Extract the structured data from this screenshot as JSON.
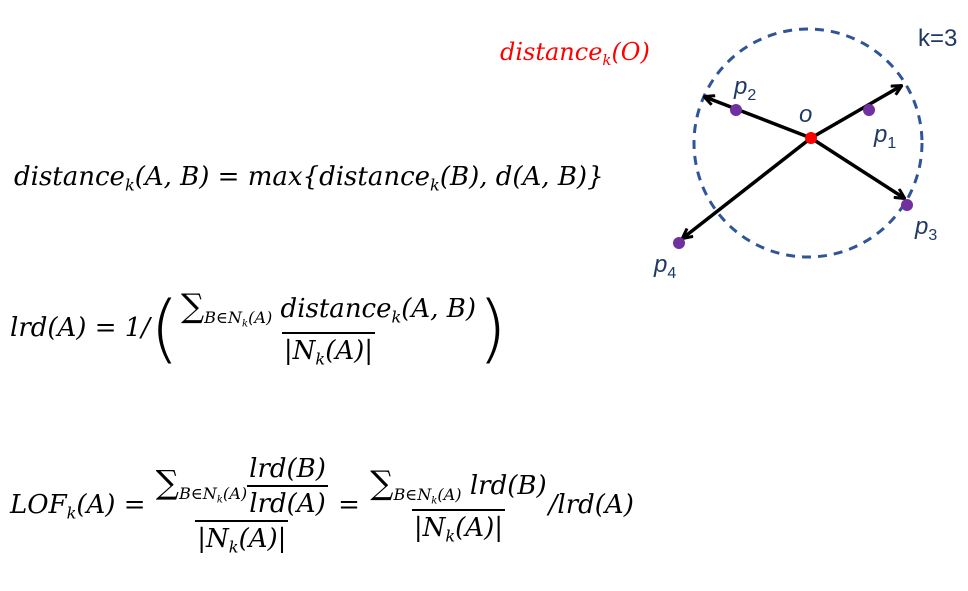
{
  "formulas": {
    "reach_dist": {
      "lhs": "distance",
      "k": "k",
      "args": "(A, B) = max{distance",
      "k2": "k",
      "tail": "(B), d(A, B)}"
    },
    "lrd": {
      "lhs": "lrd(A) = 1/",
      "sum": "∑",
      "sub": "B∈N",
      "subk": "k",
      "subtail": "(A)",
      "num_a": " distance",
      "num_k": "k",
      "num_b": "(A, B)",
      "den_a": "|N",
      "den_k": "k",
      "den_b": "(A)|"
    },
    "lof": {
      "lhs_a": "LOF",
      "lhs_k": "k",
      "lhs_b": "(A) = ",
      "sum": "∑",
      "sub": "B∈N",
      "subk": "k",
      "subtail": "(A)",
      "inner_num": "lrd(B)",
      "inner_den": "lrd(A)",
      "den_a": "|N",
      "den_k": "k",
      "den_b": "(A)|",
      "eq": " = ",
      "num2": " lrd(B)",
      "slash": "/lrd(A)"
    }
  },
  "diagram": {
    "distance_label": "distance",
    "distance_label_sub": "k",
    "distance_label_tail": "(O)",
    "k_label": "k=3",
    "center_label": "o",
    "points": [
      {
        "name": "p",
        "sub": "1"
      },
      {
        "name": "p",
        "sub": "2"
      },
      {
        "name": "p",
        "sub": "3"
      },
      {
        "name": "p",
        "sub": "4"
      }
    ],
    "colors": {
      "circle": "#2f5597",
      "center": "#ff0000",
      "point": "#7030a0",
      "label": "#1f3864",
      "red_text": "#ff0000"
    }
  }
}
